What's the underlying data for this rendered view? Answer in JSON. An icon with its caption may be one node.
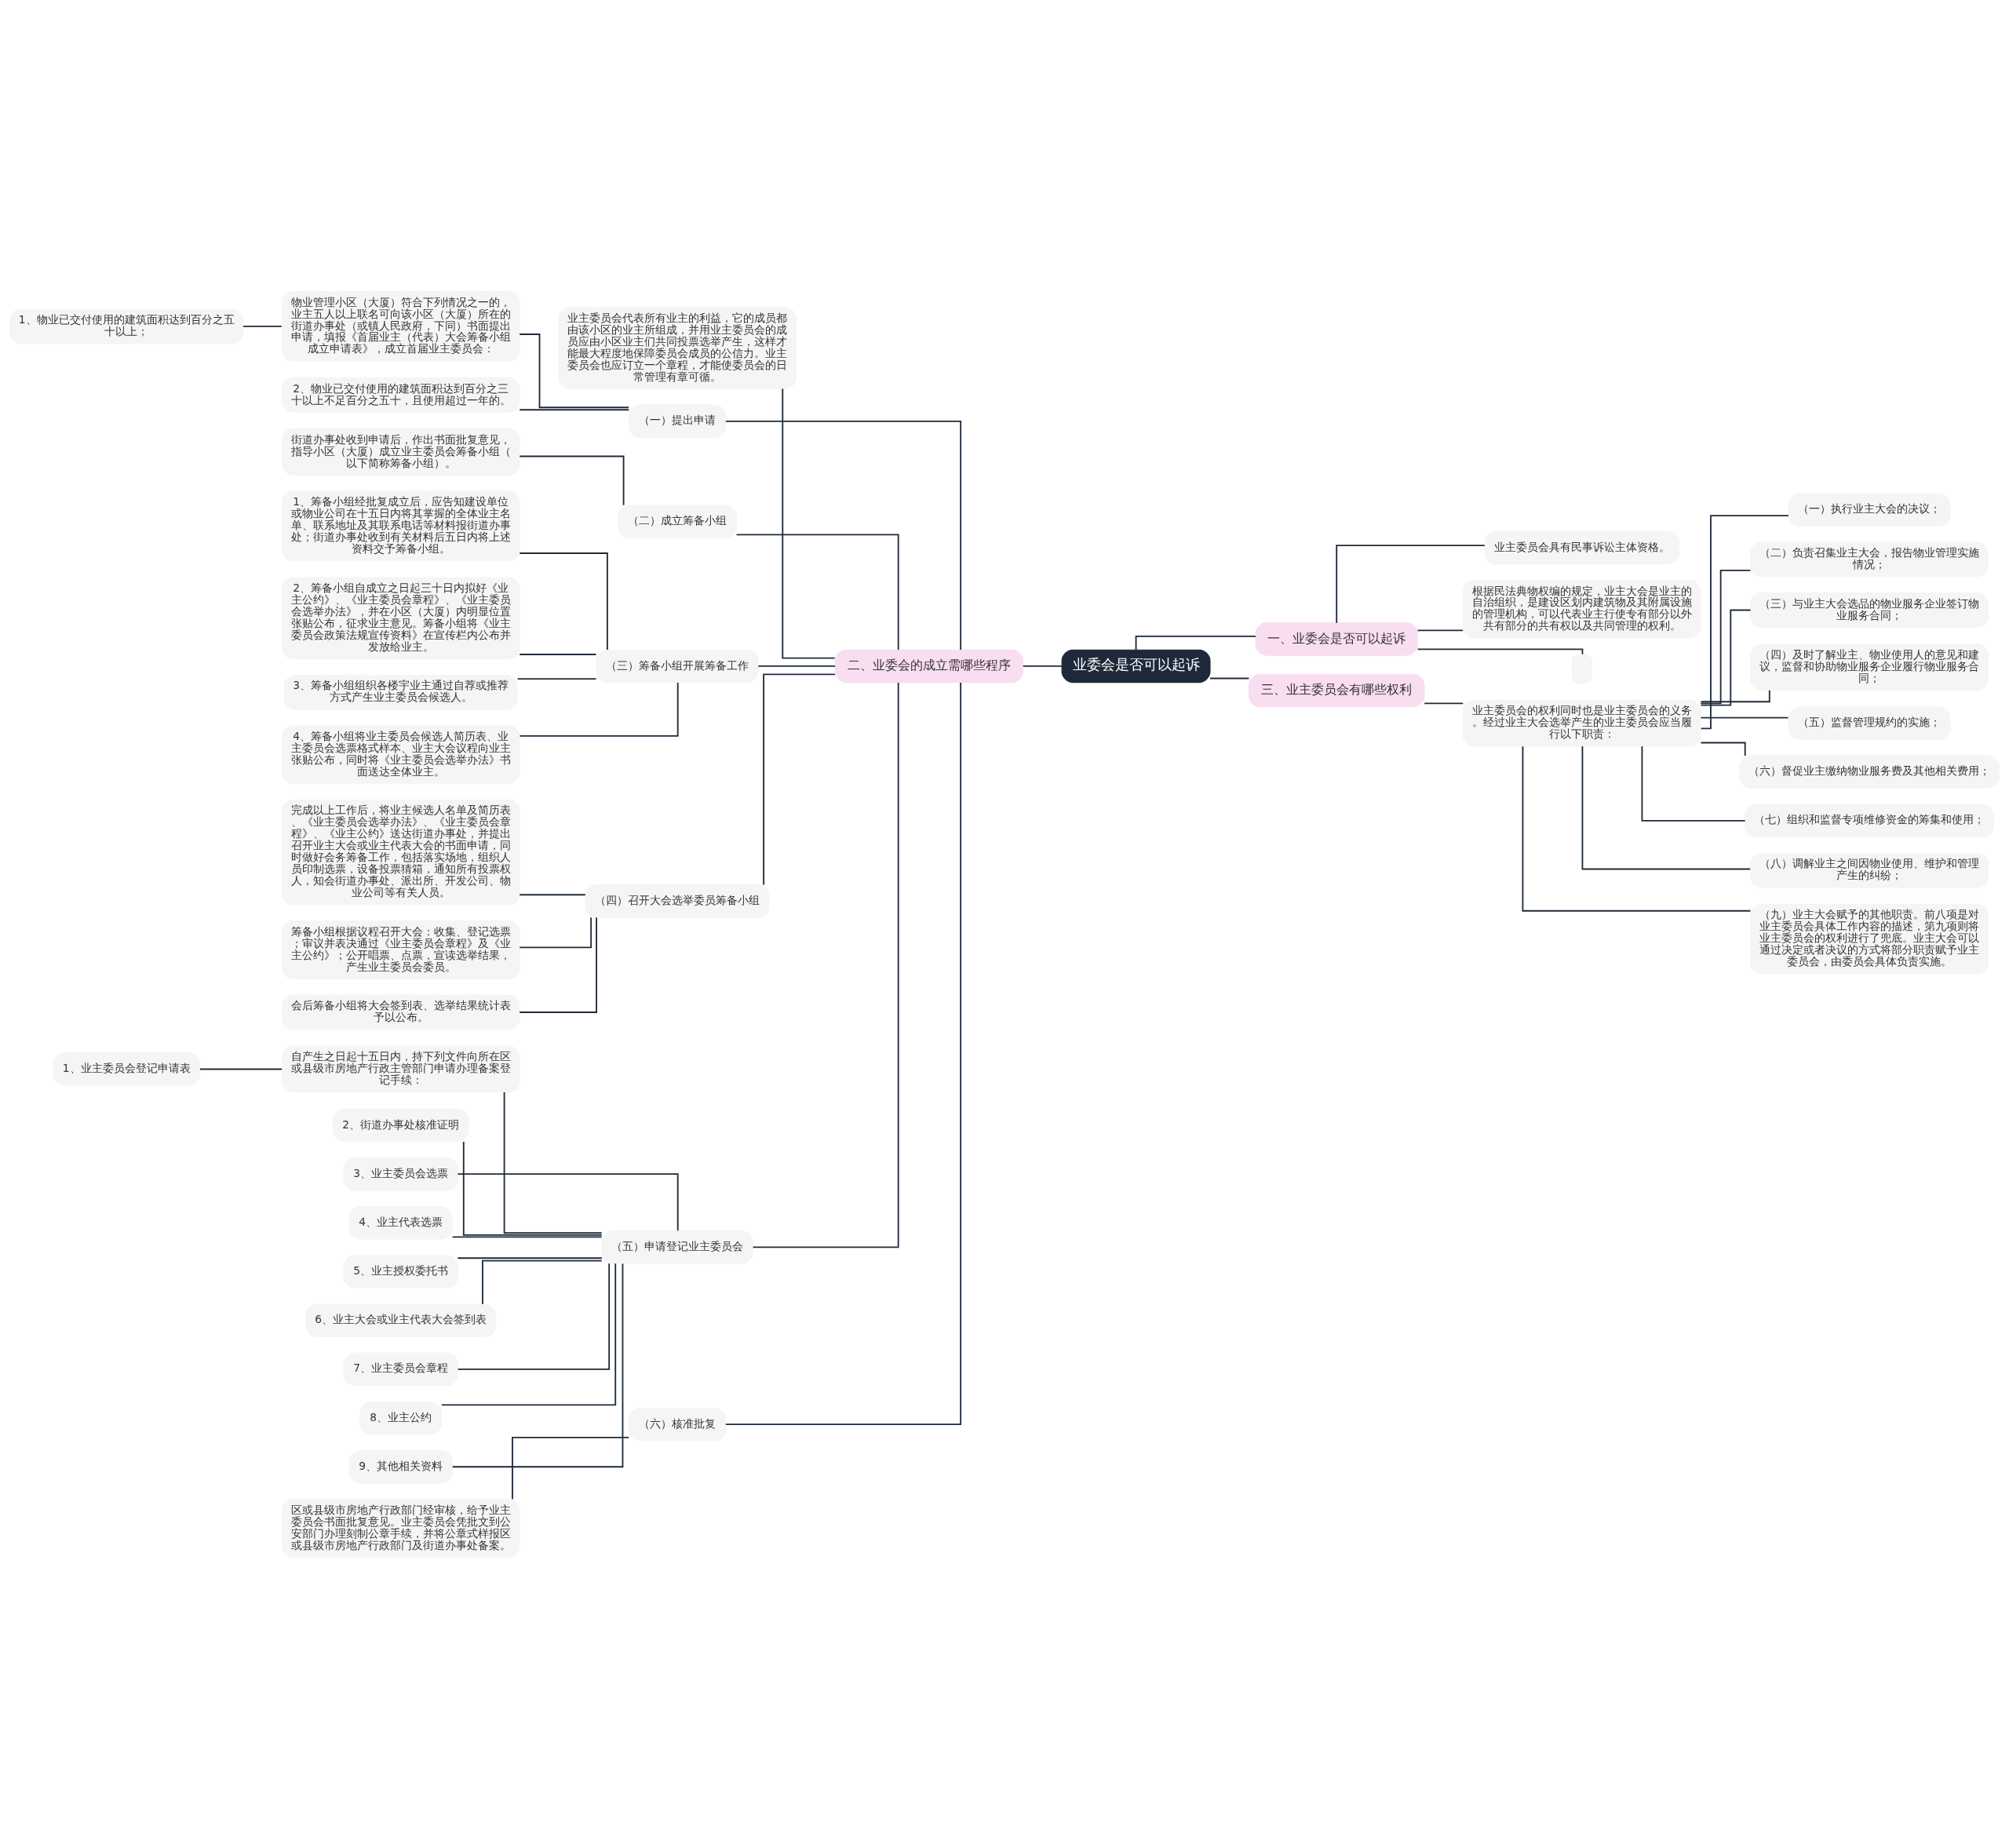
{
  "diagram": {
    "nodes": [
      {
        "text": [
          "业委会是否可以起诉"
        ]
      },
      {
        "text": [
          "一、业委会是否可以起诉"
        ]
      },
      {
        "text": [
          "业主委员会具有民事诉讼主体资格。"
        ]
      },
      {
        "text": [
          "根据民法典物权编的规定，业主大会是业主的自治组织，是建设区划内建筑物及其附属设施的管理机构，可以代表业主行使专有部分以外共有部分的共有权以及共同管理的权利。"
        ]
      },
      {
        "text": [],
        "shape": "box"
      },
      {
        "text": [
          "二、业委会的成立需哪些程序"
        ]
      },
      {
        "text": [
          "业主委员会代表所有业主的利益，它的成员都由该小区的业主所组成，并用业主委员会的成员应由小区业主们共同投票选举产生，这样才能最大程度地保障委员会成员的公信力。业主委员会也应订立一个章程，才能使委员会的日常管理有章可循。"
        ]
      },
      {
        "text": [
          "（一）提出申请"
        ]
      },
      {
        "text": [
          "物业管理小区（大厦）符合下列情况之一的，业主五人以上联名可向该小区（大厦）所在的街道办事处（或镇人民政府，下同）书面提出申请，填报《首届业主（代表）大会筹备小组成立申请表》，成立首届业主委员会："
        ]
      },
      {
        "text": [
          "1、物业已交付使用的建筑面积达到百分之五十以上；"
        ]
      },
      {
        "text": [
          "2、物业已交付使用的建筑面积达到百分之三十以上不足百分之五十，且使用超过一年的。"
        ]
      },
      {
        "text": [
          "（二）成立筹备小组"
        ]
      },
      {
        "text": [
          "街道办事处收到申请后，作出书面批复意见，指导小区（大厦）成立业主委员会筹备小组（以下简称筹备小组）。"
        ]
      },
      {
        "text": [
          "（三）筹备小组开展筹备工作"
        ]
      },
      {
        "text": [
          "1、筹备小组经批复成立后，应告知建设单位或物业公司在十五日内将其掌握的全体业主名单、联系地址及其联系电话等材料报街道办事处；街道办事处收到有关材料后五日内将上述资料交予筹备小组。"
        ]
      },
      {
        "text": [
          "2、筹备小组自成立之日起三十日内拟好《业主公约》、《业主委员会章程》、《业主委员会选举办法》，并在小区（大厦）内明显位置张贴公布，征求业主意见。筹备小组将《业主委员会政策法规宣传资料》在宣传栏内公布并发放给业主。"
        ]
      },
      {
        "text": [
          "3、筹备小组组织各楼宇业主通过自荐或推荐方式产生业主委员会候选人。"
        ]
      },
      {
        "text": [
          "4、筹备小组将业主委员会候选人简历表、业主委员会选票格式样本、业主大会议程向业主张贴公布，同时将《业主委员会选举办法》书面送达全体业主。"
        ]
      },
      {
        "text": [
          "（四）召开大会选举委员筹备小组"
        ]
      },
      {
        "text": [
          "完成以上工作后，将业主候选人名单及简历表、《业主委员会选举办法》、《业主委员会章程》、《业主公约》送达街道办事处，并提出召开业主大会或业主代表大会的书面申请，同时做好会务筹备工作，包括落实场地，组织人员印制选票，设备投票猜箱，通知所有投票权人，知会街道办事处、派出所、开发公司、物业公司等有关人员。"
        ]
      },
      {
        "text": [
          "筹备小组根据议程召开大会：收集、登记选票；审议并表决通过《业主委员会章程》及《业主公约》；公开唱票、点票，宣读选举结果，产生业主委员会委员。"
        ]
      },
      {
        "text": [
          "会后筹备小组将大会签到表、选举结果统计表予以公布。"
        ]
      },
      {
        "text": [
          "（五）申请登记业主委员会"
        ]
      },
      {
        "text": [
          "自产生之日起十五日内，持下列文件向所在区或县级市房地产行政主管部门申请办理备案登记手续："
        ]
      },
      {
        "text": [
          "1、业主委员会登记申请表"
        ]
      },
      {
        "text": [
          "2、街道办事处核准证明"
        ]
      },
      {
        "text": [
          "3、业主委员会选票"
        ]
      },
      {
        "text": [
          "4、业主代表选票"
        ]
      },
      {
        "text": [
          "5、业主授权委托书"
        ]
      },
      {
        "text": [
          "6、业主大会或业主代表大会签到表"
        ]
      },
      {
        "text": [
          "7、业主委员会章程"
        ]
      },
      {
        "text": [
          "8、业主公约"
        ]
      },
      {
        "text": [
          "9、其他相关资料"
        ]
      },
      {
        "text": [
          "（六）核准批复"
        ]
      },
      {
        "text": [
          "区或县级市房地产行政部门经审核，给予业主委员会书面批复意见。业主委员会凭批文到公安部门办理刻制公章手续，并将公章式样报区或县级市房地产行政部门及街道办事处备案。"
        ]
      },
      {
        "text": [
          "三、业主委员会有哪些权利"
        ]
      },
      {
        "text": [
          "业主委员会的权利同时也是业主委员会的义务。经过业主大会选举产生的业主委员会应当履行以下职责："
        ]
      },
      {
        "text": [
          "（一）执行业主大会的决议；"
        ]
      },
      {
        "text": [
          "（二）负责召集业主大会，报告物业管理实施情况；"
        ]
      },
      {
        "text": [
          "（三）与业主大会选品的物业服务企业签订物业服务合同；"
        ]
      },
      {
        "text": [
          "（四）及时了解业主、物业使用人的意见和建议，监督和协助物业服务企业履行物业服务合同；"
        ]
      },
      {
        "text": [
          "（五）监督管理规约的实施；"
        ]
      },
      {
        "text": [
          "（六）督促业主缴纳物业服务费及其他相关费用；"
        ]
      },
      {
        "text": [
          "（七）组织和监督专项维修资金的筹集和使用；"
        ]
      },
      {
        "text": [
          "（八）调解业主之间因物业使用、维护和管理产生的纠纷；"
        ]
      },
      {
        "text": [
          "（九）业主大会赋予的其他职责。前八项是对业主委员会具体工作内容的描述，第九项则将业主委员会的权利进行了兜底。业主大会可以通过决定或者决议的方式将部分职责赋予业主委员会，由委员会具体负责实施。"
        ]
      }
    ],
    "edges": [
      {
        "from": 0,
        "to": 1,
        "arrow": "none"
      },
      {
        "from": 1,
        "to": 2,
        "arrow": "none"
      },
      {
        "from": 1,
        "to": 3,
        "arrow": "none"
      },
      {
        "from": 1,
        "to": 4,
        "arrow": "none"
      },
      {
        "from": 5,
        "to": 0,
        "arrow": "none"
      },
      {
        "from": 6,
        "to": 5,
        "arrow": "none"
      },
      {
        "from": 7,
        "to": 5,
        "arrow": "none"
      },
      {
        "from": 8,
        "to": 7,
        "arrow": "none"
      },
      {
        "from": 9,
        "to": 8,
        "arrow": "none"
      },
      {
        "from": 10,
        "to": 7,
        "arrow": "none"
      },
      {
        "from": 11,
        "to": 5,
        "arrow": "none"
      },
      {
        "from": 12,
        "to": 11,
        "arrow": "none"
      },
      {
        "from": 13,
        "to": 5,
        "arrow": "none"
      },
      {
        "from": 14,
        "to": 13,
        "arrow": "none"
      },
      {
        "from": 15,
        "to": 13,
        "arrow": "none"
      },
      {
        "from": 16,
        "to": 13,
        "arrow": "none"
      },
      {
        "from": 17,
        "to": 13,
        "arrow": "none"
      },
      {
        "from": 18,
        "to": 5,
        "arrow": "none"
      },
      {
        "from": 19,
        "to": 18,
        "arrow": "none"
      },
      {
        "from": 20,
        "to": 18,
        "arrow": "none"
      },
      {
        "from": 21,
        "to": 18,
        "arrow": "none"
      },
      {
        "from": 22,
        "to": 5,
        "arrow": "none"
      },
      {
        "from": 23,
        "to": 22,
        "arrow": "none"
      },
      {
        "from": 24,
        "to": 23,
        "arrow": "none"
      },
      {
        "from": 25,
        "to": 22,
        "arrow": "none"
      },
      {
        "from": 26,
        "to": 22,
        "arrow": "none"
      },
      {
        "from": 27,
        "to": 22,
        "arrow": "none"
      },
      {
        "from": 28,
        "to": 22,
        "arrow": "none"
      },
      {
        "from": 29,
        "to": 22,
        "arrow": "none"
      },
      {
        "from": 30,
        "to": 22,
        "arrow": "none"
      },
      {
        "from": 31,
        "to": 22,
        "arrow": "none"
      },
      {
        "from": 32,
        "to": 22,
        "arrow": "none"
      },
      {
        "from": 33,
        "to": 5,
        "arrow": "none"
      },
      {
        "from": 34,
        "to": 33,
        "arrow": "none"
      },
      {
        "from": 0,
        "to": 35,
        "arrow": "none"
      },
      {
        "from": 35,
        "to": 36,
        "arrow": "none"
      },
      {
        "from": 36,
        "to": 37,
        "arrow": "none"
      },
      {
        "from": 36,
        "to": 38,
        "arrow": "none"
      },
      {
        "from": 36,
        "to": 39,
        "arrow": "none"
      },
      {
        "from": 36,
        "to": 40,
        "arrow": "none"
      },
      {
        "from": 36,
        "to": 41,
        "arrow": "none"
      },
      {
        "from": 36,
        "to": 42,
        "arrow": "none"
      },
      {
        "from": 36,
        "to": 43,
        "arrow": "none"
      },
      {
        "from": 36,
        "to": 44,
        "arrow": "none"
      },
      {
        "from": 36,
        "to": 45,
        "arrow": "none"
      }
    ]
  }
}
